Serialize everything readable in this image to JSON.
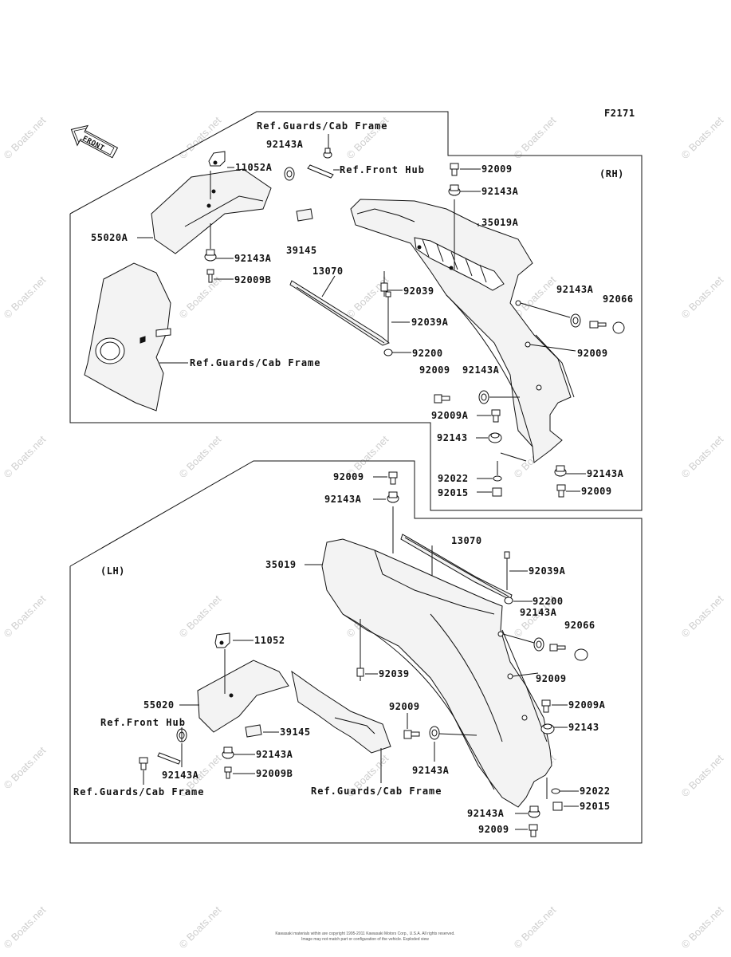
{
  "diagram_code": "F2171",
  "front_label": "FRONT",
  "copyright_line1": "Kawasaki materials within are copyright 1995-2011 Kawasaki Motors Corp., U.S.A. All rights reserved.",
  "copyright_line2": "Image may not match part or configuration of the vehicle. Exploded view",
  "watermark": "© Boats.net",
  "rh_section": {
    "side": "(RH)",
    "labels": {
      "ref_guards_top": "Ref.Guards/Cab Frame",
      "p92143A_a": "92143A",
      "p11052A": "11052A",
      "ref_front_hub": "Ref.Front Hub",
      "p92009_a": "92009",
      "p92143A_b": "92143A",
      "p35019A": "35019A",
      "p55020A": "55020A",
      "p39145": "39145",
      "p92143A_c": "92143A",
      "p13070": "13070",
      "p92009B": "92009B",
      "p92039": "92039",
      "p92143A_d": "92143A",
      "p92066": "92066",
      "p92039A": "92039A",
      "p92009_b": "92009",
      "p92200": "92200",
      "ref_guards_mid": "Ref.Guards/Cab Frame",
      "p92009_c": "92009",
      "p92143A_e": "92143A",
      "p92009A": "92009A",
      "p92143": "92143",
      "p92022": "92022",
      "p92143A_f": "92143A",
      "p92015": "92015",
      "p92009_d": "92009"
    }
  },
  "lh_section": {
    "side": "(LH)",
    "labels": {
      "p92009_a": "92009",
      "p92143A_a": "92143A",
      "p13070": "13070",
      "p35019": "35019",
      "p92039A": "92039A",
      "p92200": "92200",
      "p92143A_b": "92143A",
      "p92066": "92066",
      "p11052": "11052",
      "p92009_b": "92009",
      "p92039": "92039",
      "p92009A": "92009A",
      "p55020": "55020",
      "p92009_c": "92009",
      "ref_front_hub": "Ref.Front Hub",
      "p39145": "39145",
      "p92143": "92143",
      "p92143A_c": "92143A",
      "p92143A_d": "92143A",
      "p92009B": "92009B",
      "p92143A_e": "92143A",
      "ref_guards_left": "Ref.Guards/Cab Frame",
      "ref_guards_right": "Ref.Guards/Cab Frame",
      "p92022": "92022",
      "p92143A_f": "92143A",
      "p92015": "92015",
      "p92009_d": "92009"
    }
  }
}
